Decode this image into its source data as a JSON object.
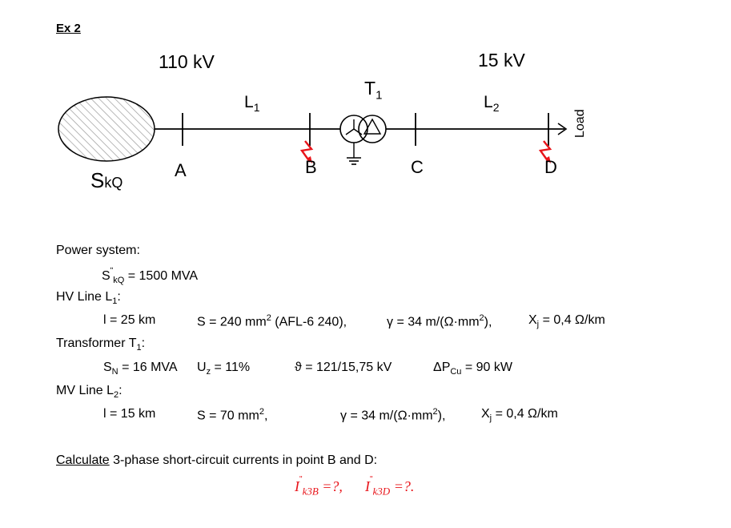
{
  "exercise_title": "Ex 2",
  "diagram": {
    "hv_voltage": "110 kV",
    "mv_voltage": "15 kV",
    "source_label_main": "S",
    "source_label_sub": "kQ",
    "line1_main": "L",
    "line1_sub": "1",
    "line2_main": "L",
    "line2_sub": "2",
    "transformer_main": "T",
    "transformer_sub": "1",
    "point_a": "A",
    "point_b": "B",
    "point_c": "C",
    "point_d": "D",
    "load_label": "Load",
    "colors": {
      "fault": "#e8141a",
      "hatch": "#b0b0b0",
      "line": "#000000"
    }
  },
  "power_system": {
    "heading": "Power system:",
    "skq_main": "S",
    "skq_prime": "ʺ",
    "skq_sub": "kQ",
    "skq_value": " = 1500 MVA"
  },
  "hv_line": {
    "heading_main": "HV Line L",
    "heading_sub": "1",
    "heading_colon": ":",
    "length": "l = 25 km",
    "section_main": "S = 240 mm",
    "section_sup": "2",
    "section_rest": " (AFL-6 240),",
    "gamma_main": "γ = 34 m/(Ω·mm",
    "gamma_sup": "2",
    "gamma_rest": "),",
    "x_main": "X",
    "x_sub": "j",
    "x_rest": " = 0,4 Ω/km"
  },
  "transformer": {
    "heading_main": "Transformer T",
    "heading_sub": "1",
    "heading_colon": ":",
    "sn_main": "S",
    "sn_sub": "N",
    "sn_rest": " = 16 MVA",
    "uz_main": "U",
    "uz_sub": "z",
    "uz_rest": " = 11%",
    "ratio": "ϑ = 121/15,75 kV",
    "dp_main": "ΔP",
    "dp_sub": "Cu",
    "dp_rest": " = 90 kW"
  },
  "mv_line": {
    "heading_main": "MV Line L",
    "heading_sub": "2",
    "heading_colon": ":",
    "length": "l = 15 km",
    "section_main": "S = 70 mm",
    "section_sup": "2",
    "section_rest": ",",
    "gamma_main": "γ = 34 m/(Ω·mm",
    "gamma_sup": "2",
    "gamma_rest": "),",
    "x_main": "X",
    "x_sub": "j",
    "x_rest": " = 0,4 Ω/km"
  },
  "task": {
    "calc_word": "Calculate",
    "calc_rest": " 3-phase short-circuit currents in point B and D:",
    "ib_main": "I",
    "ib_sub": "k3B",
    "ib_rest": " =?,",
    "id_main": "I",
    "id_sub": "k3D",
    "id_rest": " =?."
  }
}
